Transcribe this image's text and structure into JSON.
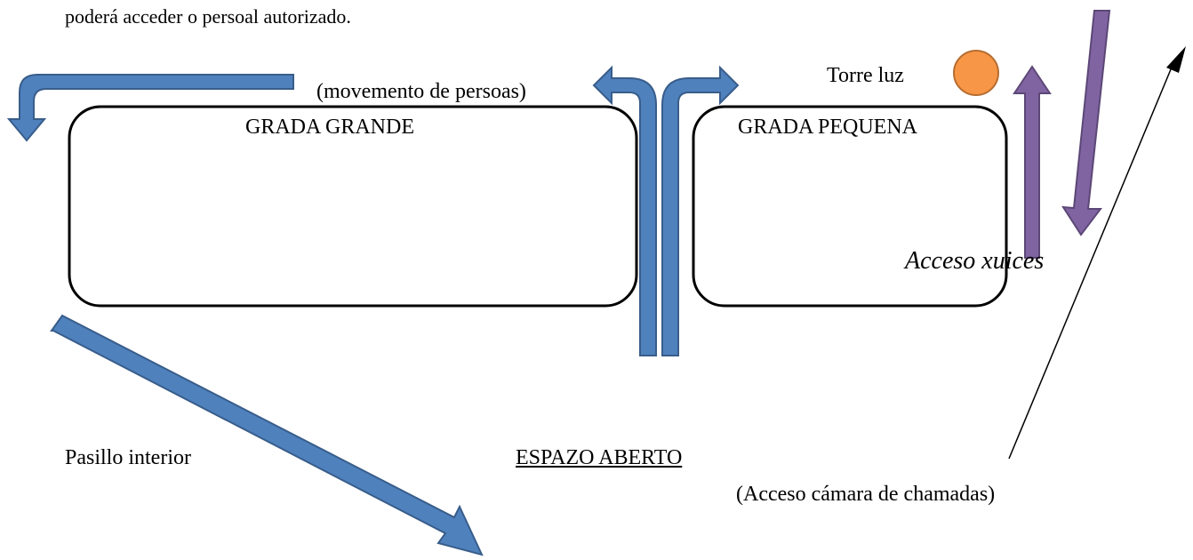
{
  "top_text": "poderá acceder o persoal autorizado.",
  "labels": {
    "movement": "(movemento de persoas)",
    "torre_luz": "Torre luz",
    "grada_grande": "GRADA GRANDE",
    "grada_pequena": "GRADA PEQUENA",
    "acceso_xuices": "Acceso xuices",
    "pasillo_interior": "Pasillo interior",
    "espazo_aberto": "ESPAZO ABERTO",
    "acceso_camara": "(Acceso cámara de chamadas)"
  },
  "colors": {
    "blue_arrow_fill": "#4f81bd",
    "blue_arrow_stroke": "#385d8a",
    "purple_arrow_fill": "#8064a2",
    "purple_arrow_stroke": "#5c4776",
    "torre_fill": "#f79646",
    "torre_stroke": "#b66d31",
    "outline": "#000000"
  }
}
